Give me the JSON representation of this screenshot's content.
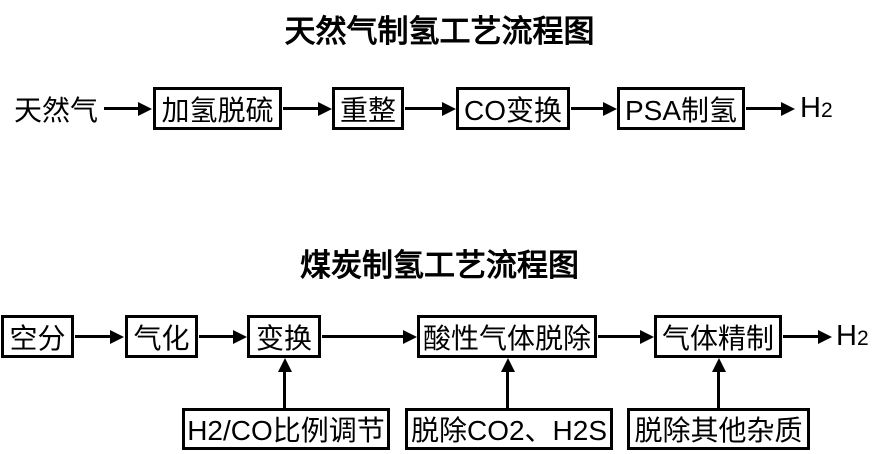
{
  "colors": {
    "background": "#ffffff",
    "line": "#000000",
    "text": "#000000"
  },
  "diagram_natural_gas": {
    "title": "天然气制氢工艺流程图",
    "input_label": "天然气",
    "steps": [
      "加氢脱硫",
      "重整",
      "CO变换",
      "PSA制氢"
    ],
    "output": {
      "base": "H",
      "sub": "2"
    }
  },
  "diagram_coal": {
    "title": "煤炭制氢工艺流程图",
    "steps": [
      "空分",
      "气化",
      "变换",
      "酸性气体脱除",
      "气体精制"
    ],
    "output": {
      "base": "H",
      "sub": "2"
    },
    "annotations": [
      "H2/CO比例调节",
      "脱除CO2、H2S",
      "脱除其他杂质"
    ]
  }
}
